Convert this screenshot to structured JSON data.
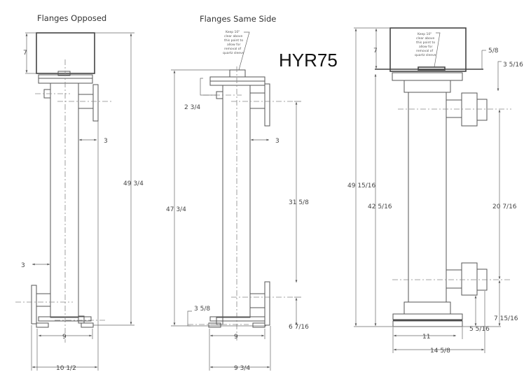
{
  "model": "HYR75",
  "views": [
    {
      "title": "Flanges Opposed",
      "dims": {
        "overall_height": "49 3/4",
        "top_box": "7",
        "flange_offset_upper": "3",
        "flange_offset_lower": "3",
        "base_inner": "9",
        "base_outer": "10 1/2"
      }
    },
    {
      "title": "Flanges Same Side",
      "note": [
        "Keep 10\"",
        "clear above",
        "this point to",
        "allow for",
        "removal of",
        "quartz sleeve"
      ],
      "dims": {
        "overall_height": "47 3/4",
        "top_port": "2 3/4",
        "flange_centers": "31 5/8",
        "bottom_port": "3 5/8",
        "lower_flange": "6 7/16",
        "flange_offset": "3",
        "base_inner": "9",
        "base_outer": "9 3/4"
      }
    },
    {
      "title": "",
      "note": [
        "Keep 10\"",
        "clear above",
        "this point to",
        "allow for",
        "removal of",
        "quartz sleeve"
      ],
      "dims": {
        "overall_height": "49 15/16",
        "body_height": "42 5/16",
        "top_box": "7",
        "plate": "5/8",
        "head": "3 5/16",
        "flange_centers": "20 7/16",
        "lower_flange": "7 15/16",
        "lower_port": "5 5/16",
        "base_inner": "11",
        "base_outer": "14 5/8"
      }
    }
  ]
}
